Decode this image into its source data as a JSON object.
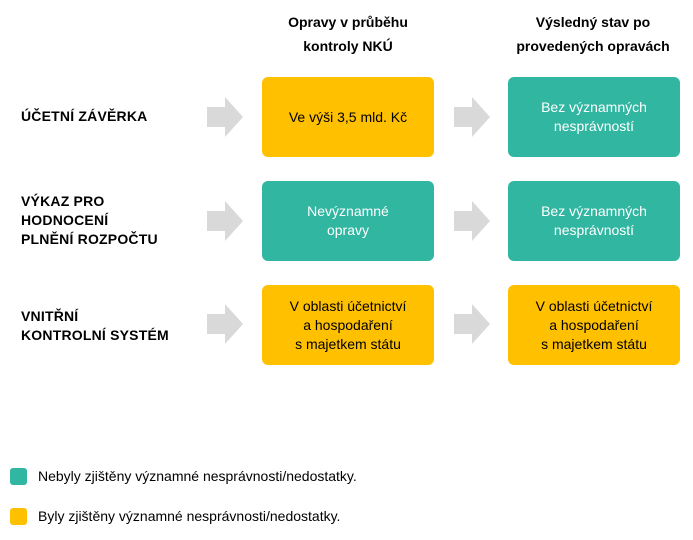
{
  "headers": {
    "col1": "Opravy v průběhu\nkontroly NKÚ",
    "col2": "Výsledný stav po\nprovedených opravách"
  },
  "rows": [
    {
      "label": "ÚČETNÍ ZÁVĚRKA",
      "during": "Ve výši 3,5 mld. Kč",
      "during_status": "yellow",
      "result": "Bez významných\nnesprávností",
      "result_status": "teal"
    },
    {
      "label": "VÝKAZ PRO\nHODNOCENÍ\nPLNĚNÍ ROZPOČTU",
      "during": "Nevýznamné\nopravy",
      "during_status": "teal",
      "result": "Bez významných\nnesprávností",
      "result_status": "teal"
    },
    {
      "label": "VNITŘNÍ\nKONTROLNÍ SYSTÉM",
      "during": "V oblasti účetnictví\na hospodaření\ns majetkem státu",
      "during_status": "yellow",
      "result": "V oblasti účetnictví\na hospodaření\ns majetkem státu",
      "result_status": "yellow"
    }
  ],
  "legend": [
    {
      "color": "#30b6a1",
      "text": "Nebyly zjištěny významné nesprávnosti/nedostatky."
    },
    {
      "color": "#ffc000",
      "text": "Byly zjištěny významné nesprávnosti/nedostatky."
    }
  ],
  "colors": {
    "teal": "#30b6a1",
    "yellow": "#ffc000",
    "arrow": "#d9d9d9"
  }
}
